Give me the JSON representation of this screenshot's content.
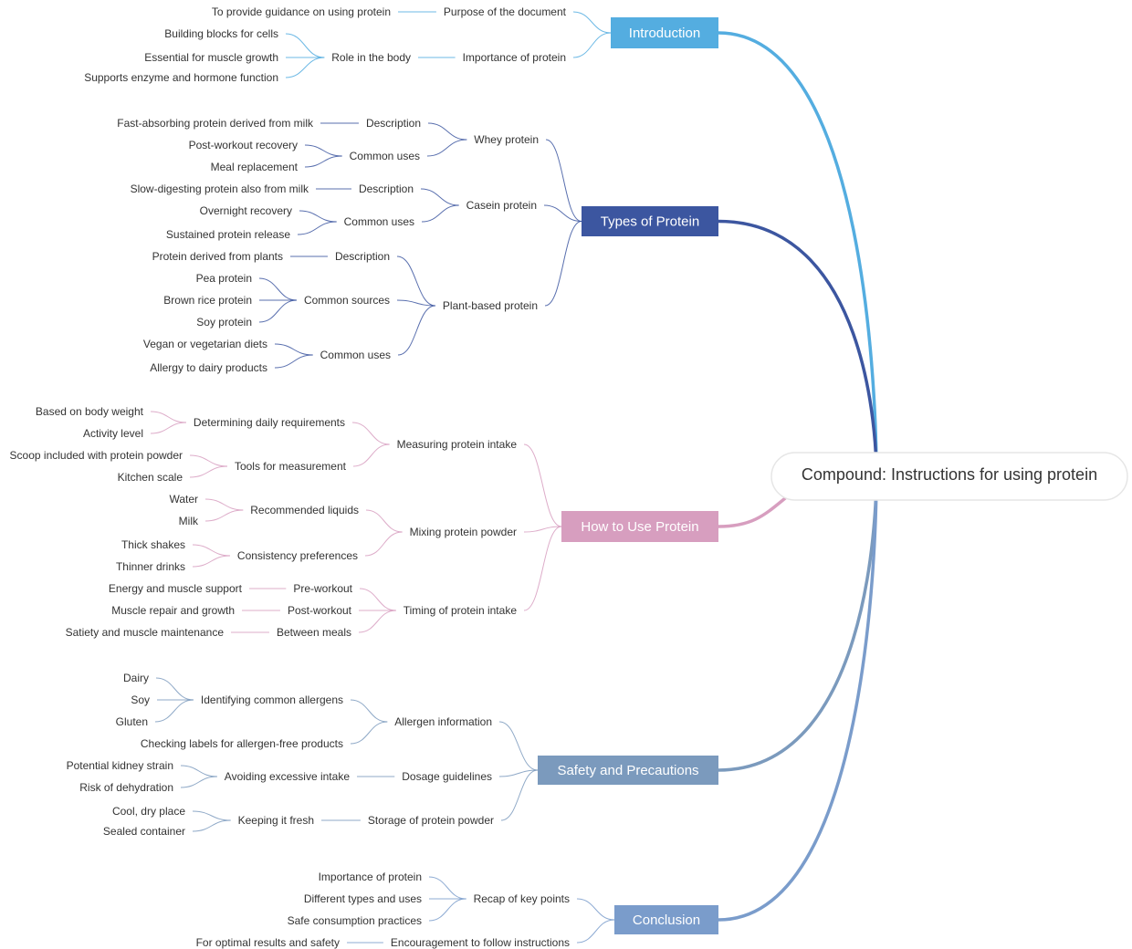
{
  "root": {
    "label": "Compound: Instructions for using protein"
  },
  "branches": [
    {
      "id": "intro",
      "label": "Introduction",
      "color": "#54ade0",
      "children": [
        {
          "label": "Purpose of the document",
          "children": [
            {
              "label": "To provide guidance on using protein"
            }
          ]
        },
        {
          "label": "Importance of protein",
          "children": [
            {
              "label": "Role in the body",
              "children": [
                {
                  "label": "Building blocks for cells"
                },
                {
                  "label": "Essential for muscle growth"
                },
                {
                  "label": "Supports enzyme and hormone function"
                }
              ]
            }
          ]
        }
      ]
    },
    {
      "id": "types",
      "label": "Types of Protein",
      "color": "#3c56a0",
      "children": [
        {
          "label": "Whey protein",
          "children": [
            {
              "label": "Description",
              "children": [
                {
                  "label": "Fast-absorbing protein derived from milk"
                }
              ]
            },
            {
              "label": "Common uses",
              "children": [
                {
                  "label": "Post-workout recovery"
                },
                {
                  "label": "Meal replacement"
                }
              ]
            }
          ]
        },
        {
          "label": "Casein protein",
          "children": [
            {
              "label": "Description",
              "children": [
                {
                  "label": "Slow-digesting protein also from milk"
                }
              ]
            },
            {
              "label": "Common uses",
              "children": [
                {
                  "label": "Overnight recovery"
                },
                {
                  "label": "Sustained protein release"
                }
              ]
            }
          ]
        },
        {
          "label": "Plant-based protein",
          "children": [
            {
              "label": "Description",
              "children": [
                {
                  "label": "Protein derived from plants"
                }
              ]
            },
            {
              "label": "Common sources",
              "children": [
                {
                  "label": "Pea protein"
                },
                {
                  "label": "Brown rice protein"
                },
                {
                  "label": "Soy protein"
                }
              ]
            },
            {
              "label": "Common uses",
              "children": [
                {
                  "label": "Vegan or vegetarian diets"
                },
                {
                  "label": "Allergy to dairy products"
                }
              ]
            }
          ]
        }
      ]
    },
    {
      "id": "howto",
      "label": "How to Use Protein",
      "color": "#d79ebf",
      "children": [
        {
          "label": "Measuring protein intake",
          "children": [
            {
              "label": "Determining daily requirements",
              "children": [
                {
                  "label": "Based on body weight"
                },
                {
                  "label": "Activity level"
                }
              ]
            },
            {
              "label": "Tools for measurement",
              "children": [
                {
                  "label": "Scoop included with protein powder"
                },
                {
                  "label": "Kitchen scale"
                }
              ]
            }
          ]
        },
        {
          "label": "Mixing protein powder",
          "children": [
            {
              "label": "Recommended liquids",
              "children": [
                {
                  "label": "Water"
                },
                {
                  "label": "Milk"
                }
              ]
            },
            {
              "label": "Consistency preferences",
              "children": [
                {
                  "label": "Thick shakes"
                },
                {
                  "label": "Thinner drinks"
                }
              ]
            }
          ]
        },
        {
          "label": "Timing of protein intake",
          "children": [
            {
              "label": "Pre-workout",
              "children": [
                {
                  "label": "Energy and muscle support"
                }
              ]
            },
            {
              "label": "Post-workout",
              "children": [
                {
                  "label": "Muscle repair and growth"
                }
              ]
            },
            {
              "label": "Between meals",
              "children": [
                {
                  "label": "Satiety and muscle maintenance"
                }
              ]
            }
          ]
        }
      ]
    },
    {
      "id": "safety",
      "label": "Safety and Precautions",
      "color": "#7b9abd",
      "children": [
        {
          "label": "Allergen information",
          "children": [
            {
              "label": "Identifying common allergens",
              "children": [
                {
                  "label": "Dairy"
                },
                {
                  "label": "Soy"
                },
                {
                  "label": "Gluten"
                }
              ]
            },
            {
              "label": "Checking labels for allergen-free products"
            }
          ]
        },
        {
          "label": "Dosage guidelines",
          "children": [
            {
              "label": "Avoiding excessive intake",
              "children": [
                {
                  "label": "Potential kidney strain"
                },
                {
                  "label": "Risk of dehydration"
                }
              ]
            }
          ]
        },
        {
          "label": "Storage of protein powder",
          "children": [
            {
              "label": "Keeping it fresh",
              "children": [
                {
                  "label": "Cool, dry place"
                },
                {
                  "label": "Sealed container"
                }
              ]
            }
          ]
        }
      ]
    },
    {
      "id": "conclusion",
      "label": "Conclusion",
      "color": "#7a9ccb",
      "children": [
        {
          "label": "Recap of key points",
          "children": [
            {
              "label": "Importance of protein"
            },
            {
              "label": "Different types and uses"
            },
            {
              "label": "Safe consumption practices"
            }
          ]
        },
        {
          "label": "Encouragement to follow instructions",
          "children": [
            {
              "label": "For optimal results and safety"
            }
          ]
        }
      ]
    }
  ]
}
